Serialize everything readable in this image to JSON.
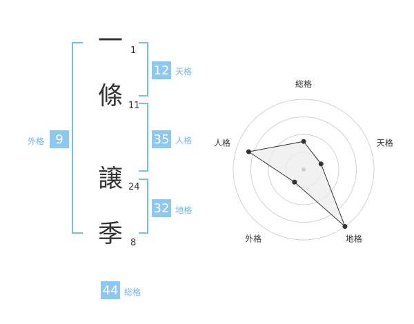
{
  "name": {
    "characters": [
      {
        "char": "一",
        "strokes": "1"
      },
      {
        "char": "條",
        "strokes": "11"
      },
      {
        "char": "譲",
        "strokes": "24"
      },
      {
        "char": "季",
        "strokes": "8"
      }
    ]
  },
  "fortunes": {
    "tenkaku": {
      "label": "天格",
      "value": "12"
    },
    "jinkaku": {
      "label": "人格",
      "value": "35"
    },
    "chikaku": {
      "label": "地格",
      "value": "32"
    },
    "gaikaku": {
      "label": "外格",
      "value": "9"
    },
    "soukaku": {
      "label": "総格",
      "value": "44"
    }
  },
  "colors": {
    "accent": "#8cc8f2",
    "bracket": "#79bdeb",
    "label": "#71b6e8",
    "text": "#333333"
  },
  "chart_data": {
    "type": "radar",
    "axes": [
      "総格",
      "天格",
      "地格",
      "外格",
      "人格"
    ],
    "values": [
      0.4,
      0.26,
      1.0,
      0.22,
      0.82
    ],
    "range": [
      0,
      1
    ],
    "rings": 4,
    "grid": true,
    "legend": "none"
  }
}
